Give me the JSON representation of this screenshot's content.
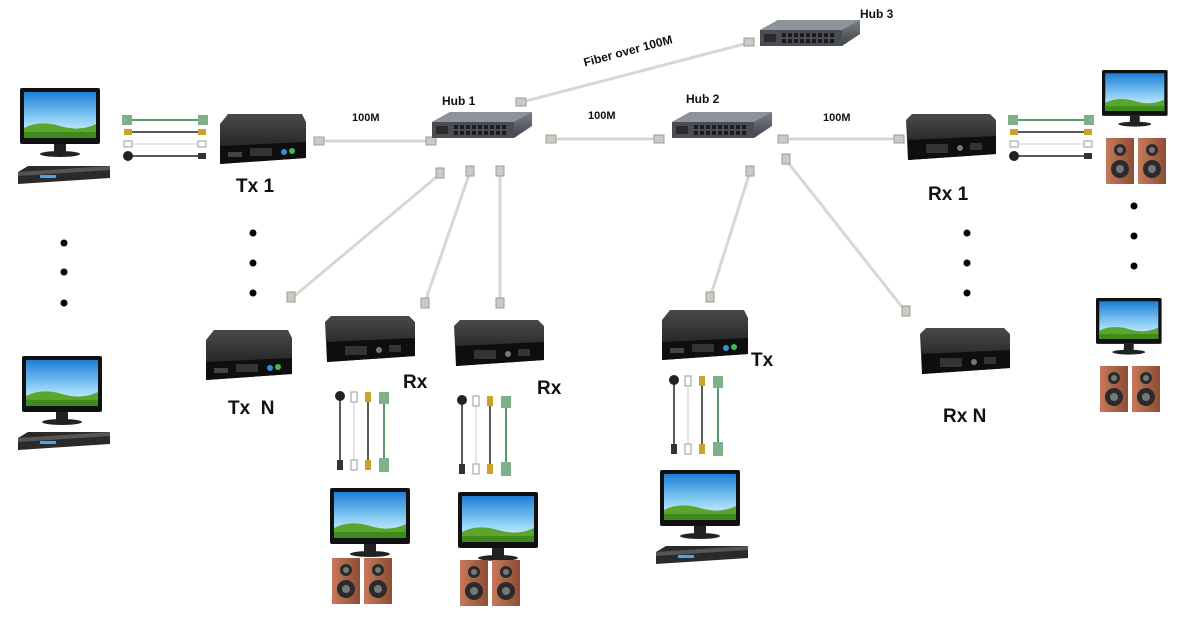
{
  "labels": {
    "hub1": "Hub 1",
    "hub2": "Hub 2",
    "hub3": "Hub 3",
    "fiber": "Fiber over 100M",
    "link_tx1_hub1": "100M",
    "link_hub1_hub2": "100M",
    "link_hub2_rx1": "100M",
    "tx1": "Tx 1",
    "txn": "Tx  N",
    "rx1": "Rx 1",
    "rxn": "Rx N",
    "rx_a": "Rx",
    "rx_b": "Rx",
    "tx_mid": "Tx"
  },
  "colors": {
    "device_dark": "#1e1e1e",
    "device_mid": "#3a3a3a",
    "hub_body": "#5a5f66",
    "cable": "#d6d8d2",
    "cable_edge": "#a9aca4",
    "screen_sky": "#3aa0e8",
    "grass": "#6bb836",
    "speaker_wood": "#b0654a"
  }
}
